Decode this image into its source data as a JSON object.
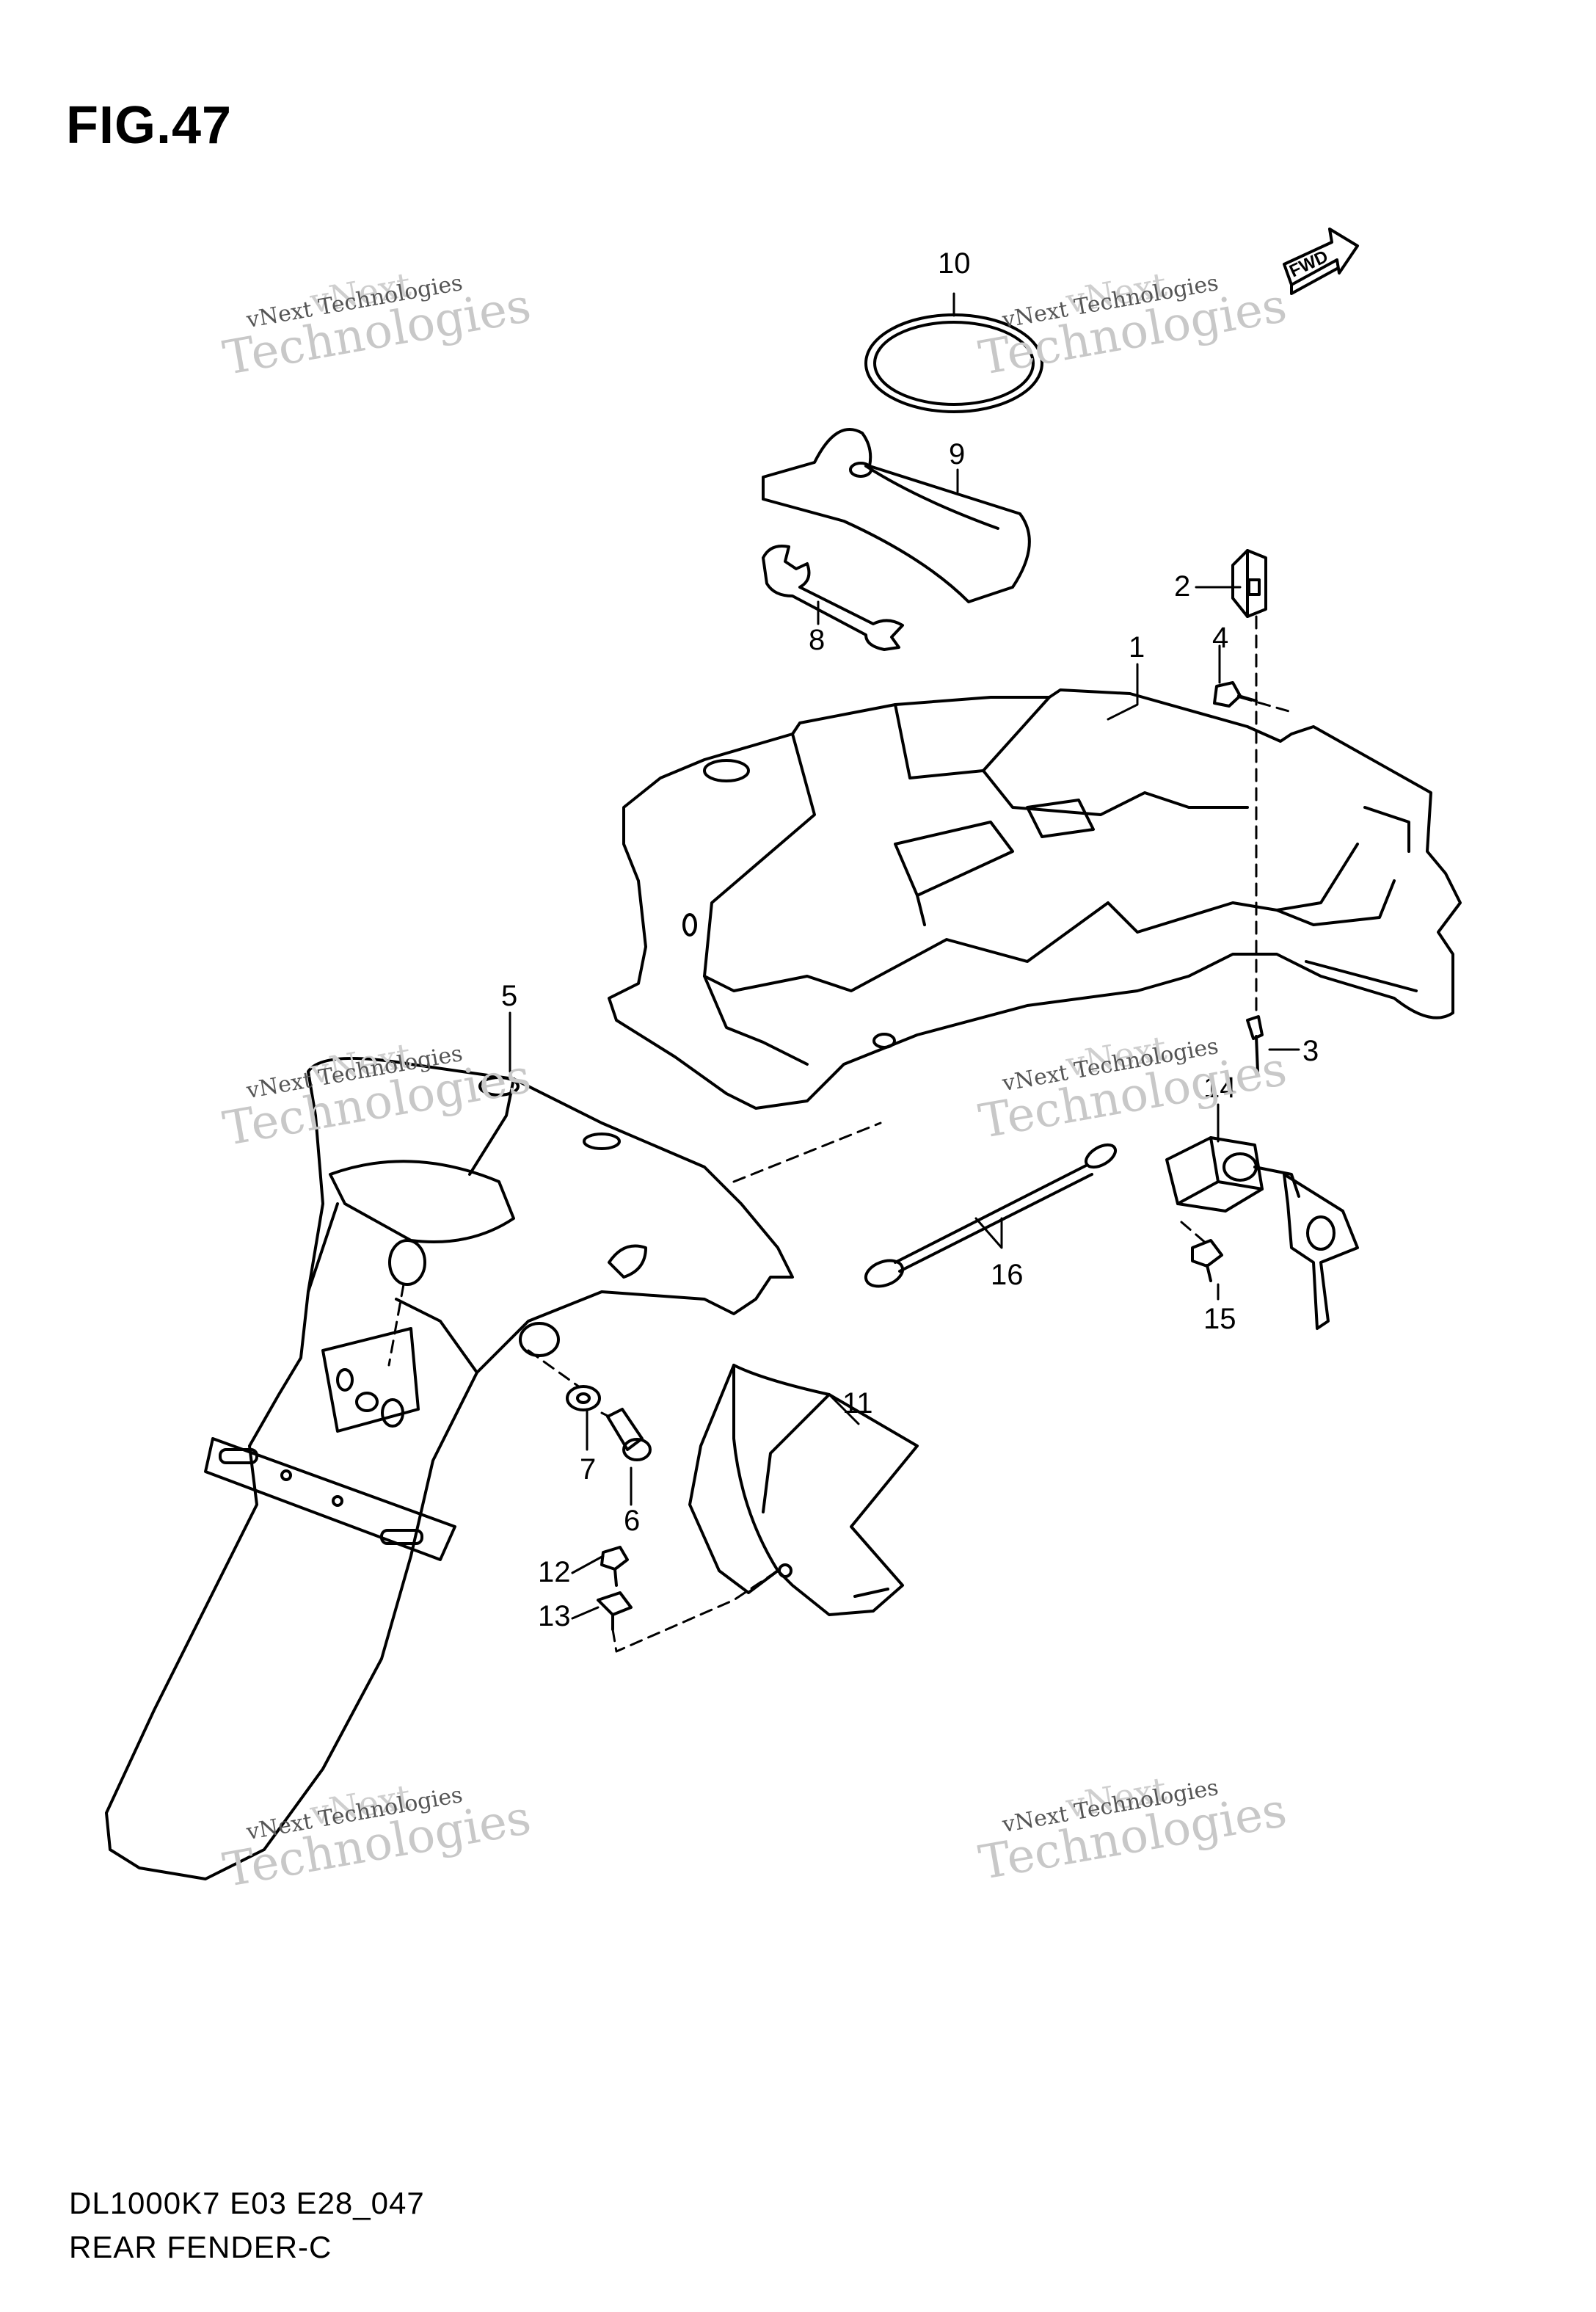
{
  "figure": {
    "title": "FIG.47",
    "model_code": "DL1000K7 E03 E28_047",
    "name": "REAR FENDER-C"
  },
  "fwd_badge": "FWD",
  "watermark": {
    "line1": "vNext",
    "line2": "vNext Technologies",
    "line3": "Technologies"
  },
  "callouts": [
    "1",
    "2",
    "3",
    "4",
    "5",
    "6",
    "7",
    "8",
    "9",
    "10",
    "11",
    "12",
    "13",
    "14",
    "15",
    "16"
  ]
}
